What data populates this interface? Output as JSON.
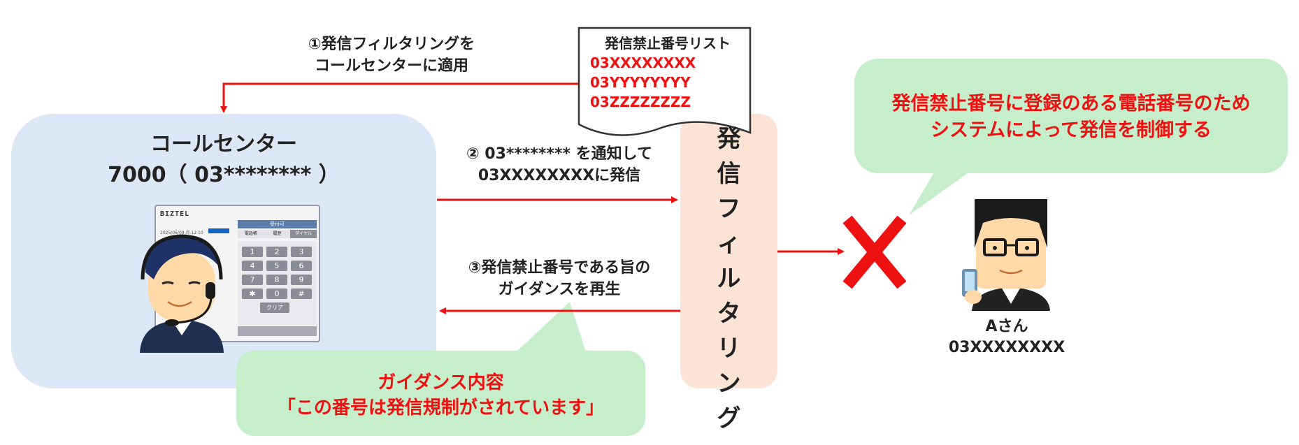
{
  "step1": {
    "line1": "①発信フィルタリングを",
    "line2": "コールセンターに適用"
  },
  "blocklist": {
    "title": "発信禁止番号リスト",
    "numbers": [
      "03XXXXXXXX",
      "03YYYYYYYY",
      "03ZZZZZZZZ"
    ]
  },
  "callcenter": {
    "title": "コールセンター",
    "number": "7000（ 03******** ）"
  },
  "step2": {
    "line1": "② 03******** を通知して",
    "line2": "03XXXXXXXXに発信"
  },
  "step3": {
    "line1": "③発信禁止番号である旨の",
    "line2": "ガイダンスを再生"
  },
  "filter": {
    "label": [
      "発",
      "信",
      "フ",
      "ィ",
      "ル",
      "タ",
      "リ",
      "ン",
      "グ"
    ]
  },
  "bubble_right": {
    "line1": "発信禁止番号に登録のある電話番号のため",
    "line2": "システムによって発信を制御する"
  },
  "bubble_bottom": {
    "line1": "ガイダンス内容",
    "line2": "「この番号は発信規制がされています」"
  },
  "person": {
    "name": "Aさん",
    "number": "03XXXXXXXX"
  },
  "screen": {
    "logo": "BIZTEL",
    "datetime": "2025/06/09 月 12:10",
    "header_status": "受付可",
    "tabs": [
      "電話帳",
      "履歴",
      "ダイヤル"
    ],
    "keys": [
      "1",
      "2",
      "3",
      "4",
      "5",
      "6",
      "7",
      "8",
      "9",
      "✱",
      "0",
      "#"
    ],
    "clear": "クリア"
  },
  "colors": {
    "arrow": "#ee1111",
    "accent_text": "#ee1111",
    "callcenter_bg": "#dce8f5",
    "filter_bg": "#fbe3d6",
    "bubble_bg": "#c7eecb",
    "cross": "#ee1111"
  }
}
